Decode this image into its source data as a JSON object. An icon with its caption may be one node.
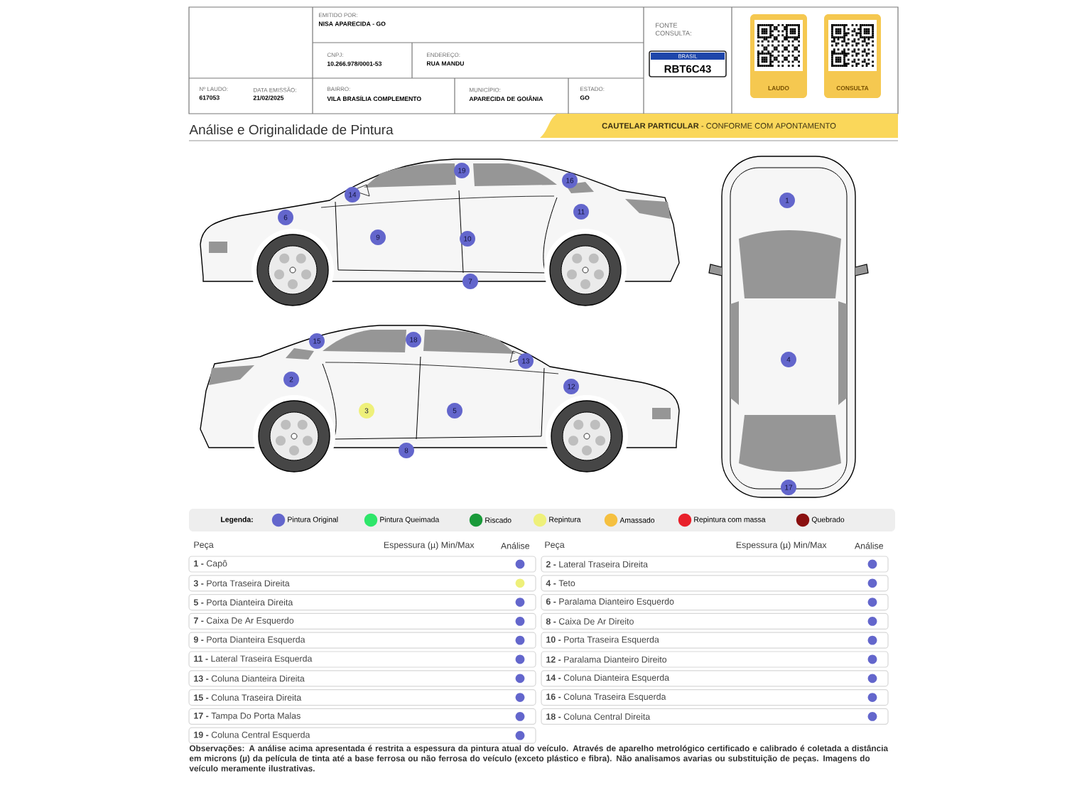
{
  "diagram": {
    "title": "Análise e Originalidade de Pintura",
    "nodes": [
      {
        "text": [
          "19"
        ]
      },
      {
        "text": [
          "16"
        ]
      },
      {
        "text": [
          "1"
        ]
      },
      {
        "text": [
          "14"
        ]
      },
      {
        "text": [
          "11"
        ]
      },
      {
        "text": [
          "6"
        ]
      },
      {
        "text": [
          "9"
        ]
      },
      {
        "text": [
          "10"
        ]
      },
      {
        "text": [
          "7"
        ]
      },
      {
        "text": [
          "15"
        ]
      },
      {
        "text": [
          "18"
        ]
      },
      {
        "text": [
          "13"
        ]
      },
      {
        "text": [
          "2"
        ]
      },
      {
        "text": [
          "12"
        ]
      },
      {
        "text": [
          "4"
        ]
      },
      {
        "text": [
          "3"
        ]
      },
      {
        "text": [
          "5"
        ]
      },
      {
        "text": [
          "8"
        ]
      },
      {
        "text": [
          "17"
        ]
      }
    ],
    "labels": [
      "EMITIDO POR:",
      "NISA APARECIDA - GO",
      "CNPJ:",
      "10.266.978/0001-53",
      "ENDEREÇO:",
      "RUA MANDU",
      "Nº LAUDO:",
      "617053",
      "DATA EMISSÃO:",
      "21/02/2025",
      "BAIRRO:",
      "VILA BRASÍLIA COMPLEMENTO",
      "MUNICÍPIO:",
      "APARECIDA DE GOIÂNIA",
      "ESTADO:",
      "GO",
      "FONTE CONSULTA:",
      "BRASIL",
      "RBT6C43",
      "LAUDO",
      "CONSULTA",
      "**CAUTELAR PARTICULAR** - CONFORME COM APONTAMENTO",
      "Legenda:",
      "Peça",
      "Espessura (µ) Min/Max",
      "Análise",
      "Peça",
      "Espessura (µ) Min/Max",
      "Análise",
      "**1 -** Capô",
      "**2 -** Lateral Traseira Direita",
      "**3 -** Porta Traseira Direita",
      "**4 -** Teto",
      "**5 -** Porta Dianteira Direita",
      "**6 -** Paralama Dianteiro Esquerdo",
      "**7 -** Caixa De Ar Esquerdo",
      "**8 -** Caixa De Ar Direito",
      "**9 -** Porta Dianteira Esquerda",
      "**10 -** Porta Traseira Esquerda",
      "**11 -** Lateral Traseira Esquerda",
      "**12 -** Paralama Dianteiro Direito",
      "**13 -** Coluna Dianteira Direita",
      "**14 -** Coluna Dianteira Esquerda",
      "**15 -** Coluna Traseira Direita",
      "**16 -** Coluna Traseira Esquerda",
      "**17 -** Tampa Do Porta Malas",
      "**18 -** Coluna Central Direita",
      "**19 -** Coluna Central Esquerda",
      "Observações: A análise acima apresentada é restrita a espessura da pintura atual do veículo. Através de aparelho metrológico certificado e calibrado é coletada a distância em microns (µ) da película de tinta até a base ferrosa ou não ferrosa do veículo (exceto plástico e fibra). Não analisamos avarias ou substituição de peças. Imagens do veículo meramente ilustrativas."
    ],
    "legend": [
      {
        "text": "Pintura Original",
        "color": "#6366cc"
      },
      {
        "text": "Pintura Queimada",
        "color": "#2ee66a"
      },
      {
        "text": "Riscado",
        "color": "#1a9a3a"
      },
      {
        "text": "Repintura",
        "color": "#eef07a"
      },
      {
        "text": "Amassado",
        "color": "#f5c040"
      },
      {
        "text": "Repintura com massa",
        "color": "#e8202a"
      },
      {
        "text": "Quebrado",
        "color": "#8a1010"
      }
    ]
  }
}
